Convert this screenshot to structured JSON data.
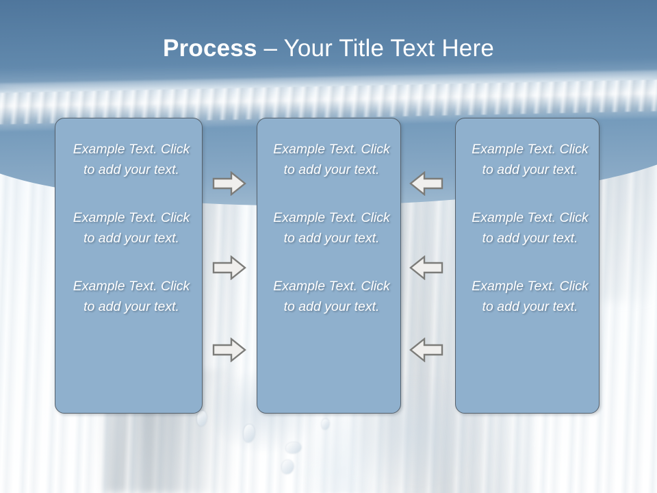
{
  "slide": {
    "title": {
      "bold_part": "Process ",
      "rest_part": "– Your Title Text Here",
      "full": "Process – Your Title Text Here"
    },
    "theme": {
      "header_gradient_top": "#3f6a93",
      "header_gradient_bottom": "#9cb8cf",
      "box_fill": "#8fb0cd",
      "box_border": "#55606b",
      "text_color": "#ffffff",
      "arrow_fill": "#f0efed",
      "arrow_border": "#7c7c79",
      "background": "#f4f8fb"
    },
    "body_text": "Example Text. Click  to add your text.",
    "columns": [
      {
        "id": "column-1",
        "items": [
          "Example Text. Click  to add your text.",
          "Example Text. Click  to add your text.",
          "Example Text. Click  to add your text."
        ]
      },
      {
        "id": "column-2",
        "items": [
          "Example Text. Click  to add your text.",
          "Example Text. Click  to add your text.",
          "Example Text. Click  to add your text."
        ]
      },
      {
        "id": "column-3",
        "items": [
          "Example Text. Click  to add your text.",
          "Example Text. Click  to add your text.",
          "Example Text. Click  to add your text."
        ]
      }
    ],
    "connectors": [
      {
        "id": "connector-1",
        "icon": "arrow-right-icon",
        "direction": "right"
      },
      {
        "id": "connector-2",
        "icon": "arrow-right-icon",
        "direction": "right"
      },
      {
        "id": "connector-3",
        "icon": "arrow-right-icon",
        "direction": "right"
      },
      {
        "id": "connector-4",
        "icon": "arrow-left-icon",
        "direction": "left"
      },
      {
        "id": "connector-5",
        "icon": "arrow-left-icon",
        "direction": "left"
      },
      {
        "id": "connector-6",
        "icon": "arrow-left-icon",
        "direction": "left"
      }
    ]
  }
}
